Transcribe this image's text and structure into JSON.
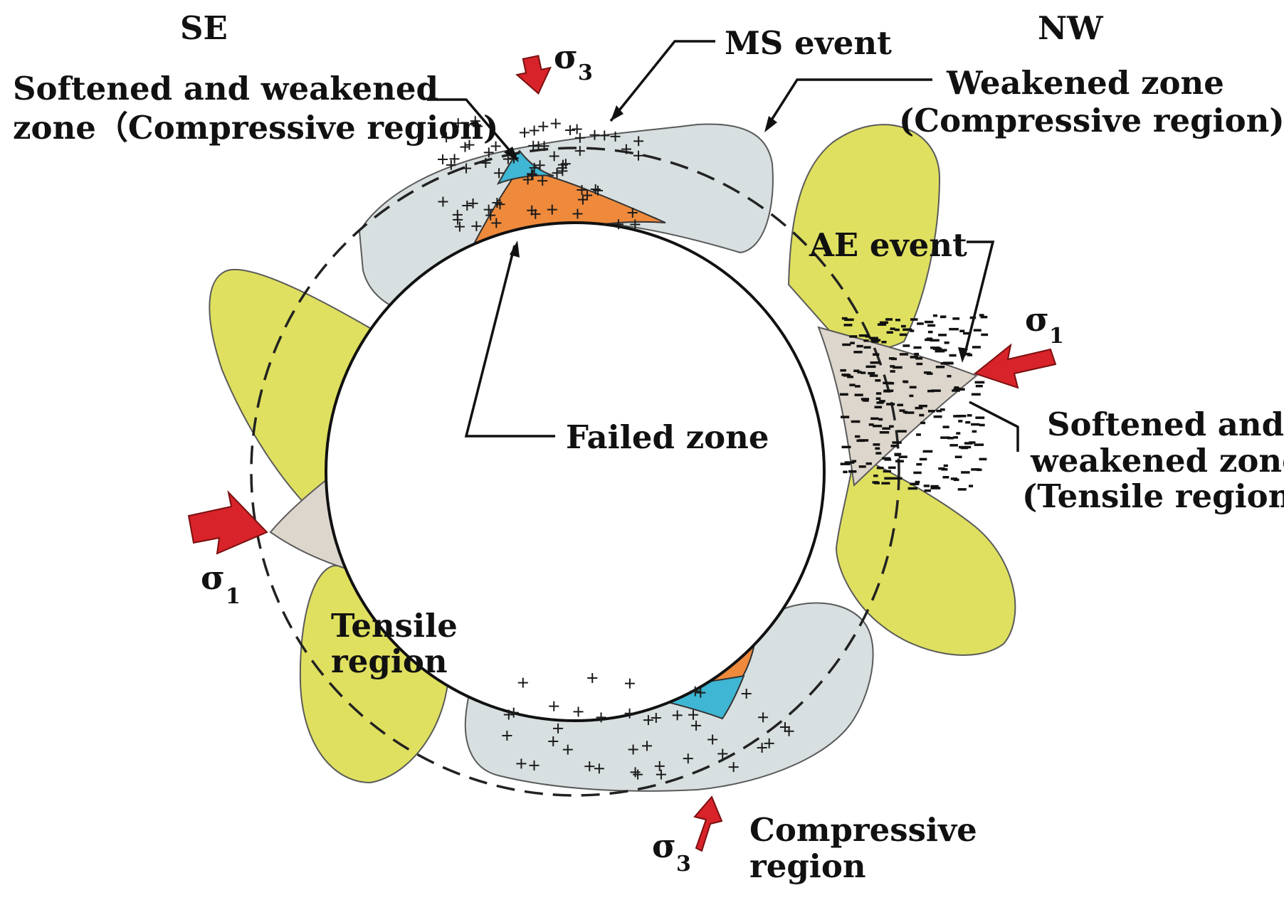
{
  "labels": {
    "se": "SE",
    "nw": "NW",
    "ms_event": "MS event",
    "softened_left_line1": "Softened and weakened",
    "softened_left_line2": "zone（Compressive region)",
    "weakened_line1": "Weakened zone",
    "weakened_line2": "(Compressive region)",
    "ae_event": "AE event",
    "failed_zone": "Failed zone",
    "softened_right_line1": "Softened and",
    "softened_right_line2": "weakened zone",
    "softened_right_line3": "(Tensile region)",
    "tensile_line1": "Tensile",
    "tensile_line2": "region",
    "compressive_line1": "Compressive",
    "compressive_line2": "region"
  },
  "stress": {
    "sigma": "σ",
    "sub1": "1",
    "sub3": "3"
  },
  "colors": {
    "tensile_region": "#dfe05f",
    "compressive_region": "#d8dfe0",
    "softened_tensile": "#ddd6cc",
    "failed_zone": "#ef8a3c",
    "softened_compressive": "#3fb6d4",
    "stress_arrow": "#d8232a"
  }
}
